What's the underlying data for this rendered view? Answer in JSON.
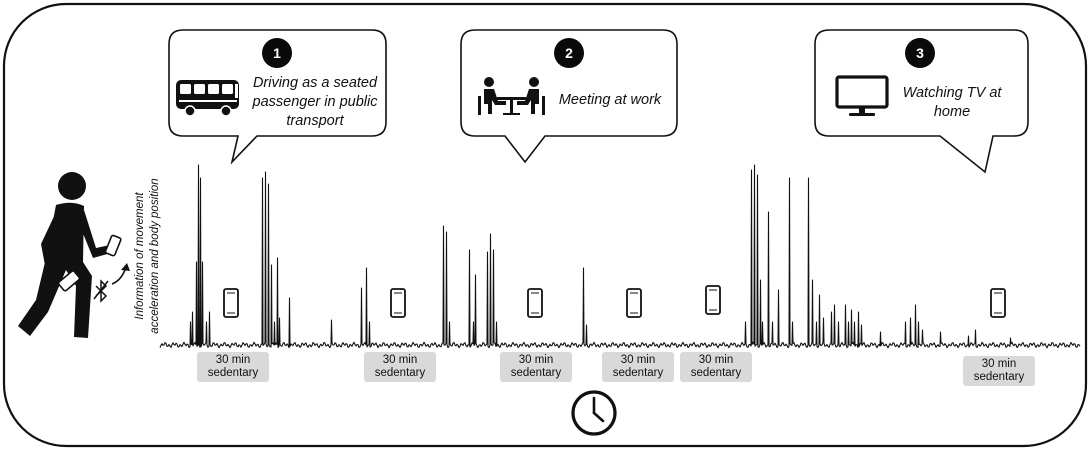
{
  "scenes": [
    {
      "number": "1",
      "text_lines": [
        "Driving as a seated",
        "passenger in public",
        "transport"
      ],
      "icon": "bus-icon"
    },
    {
      "number": "2",
      "text_lines": [
        "Meeting at work"
      ],
      "icon": "meeting-icon"
    },
    {
      "number": "3",
      "text_lines": [
        "Watching TV at",
        "home"
      ],
      "icon": "tv-icon"
    }
  ],
  "y_axis_label": [
    "Information of movement",
    "acceleration and body position"
  ],
  "sedentary_label": {
    "line1": "30 min",
    "line2": "sedentary"
  },
  "sedentary_count": 6,
  "icons": [
    "walking-person-icon",
    "smartphone-icon",
    "rotation-arrow-icon",
    "bluetooth-icon",
    "clock-icon"
  ],
  "colors": {
    "line": "#111111",
    "label_bg": "#d9d9d9",
    "badge": "#0a0a0a"
  }
}
